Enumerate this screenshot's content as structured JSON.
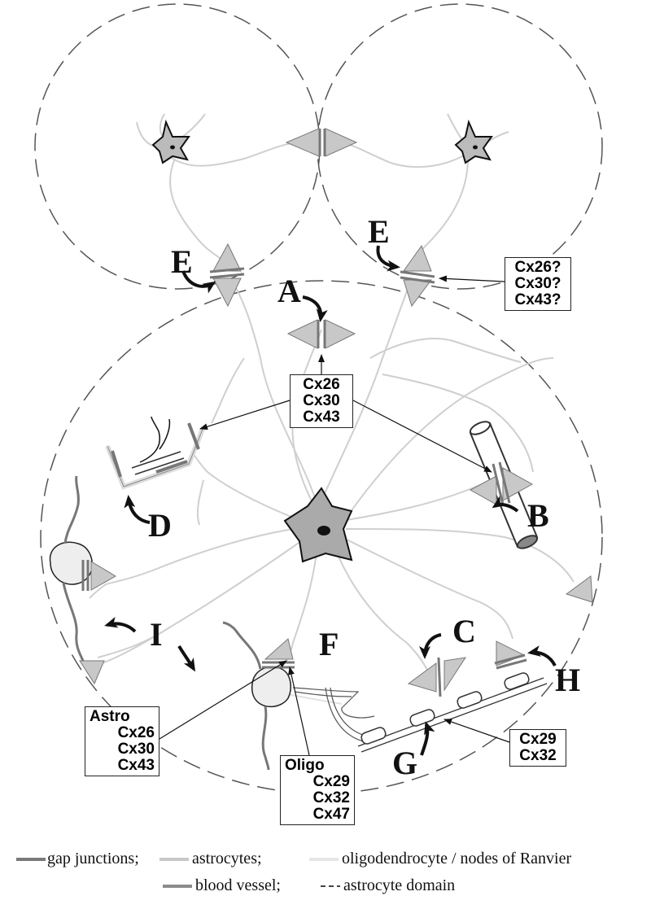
{
  "labels": {
    "A": "A",
    "B": "B",
    "C": "C",
    "D": "D",
    "E_left": "E",
    "E_right": "E",
    "F": "F",
    "G": "G",
    "H": "H",
    "I": "I"
  },
  "boxes": {
    "neuron_cx": [
      "Cx26?",
      "Cx30?",
      "Cx43?"
    ],
    "astro_center": [
      "Cx26",
      "Cx30",
      "Cx43"
    ],
    "astro": {
      "title": "Astro",
      "items": [
        "Cx26",
        "Cx30",
        "Cx43"
      ]
    },
    "oligo": {
      "title": "Oligo",
      "items": [
        "Cx29",
        "Cx32",
        "Cx47"
      ]
    },
    "myelin_cx": [
      "Cx29",
      "Cx32"
    ]
  },
  "legend": {
    "gap_junctions": "gap junctions;",
    "astrocytes": "astrocytes;",
    "oligodendrocyte": "oligodendrocyte / nodes of Ranvier",
    "blood_vessel": "blood vessel;",
    "astrocyte_domain": "astrocyte domain",
    "colors": {
      "gap_junction": "#7a7a7a",
      "astrocyte": "#c8c8c8",
      "oligodendrocyte": "#e6e6e6",
      "blood_vessel": "#8c8c8c",
      "domain": "#444444"
    }
  }
}
